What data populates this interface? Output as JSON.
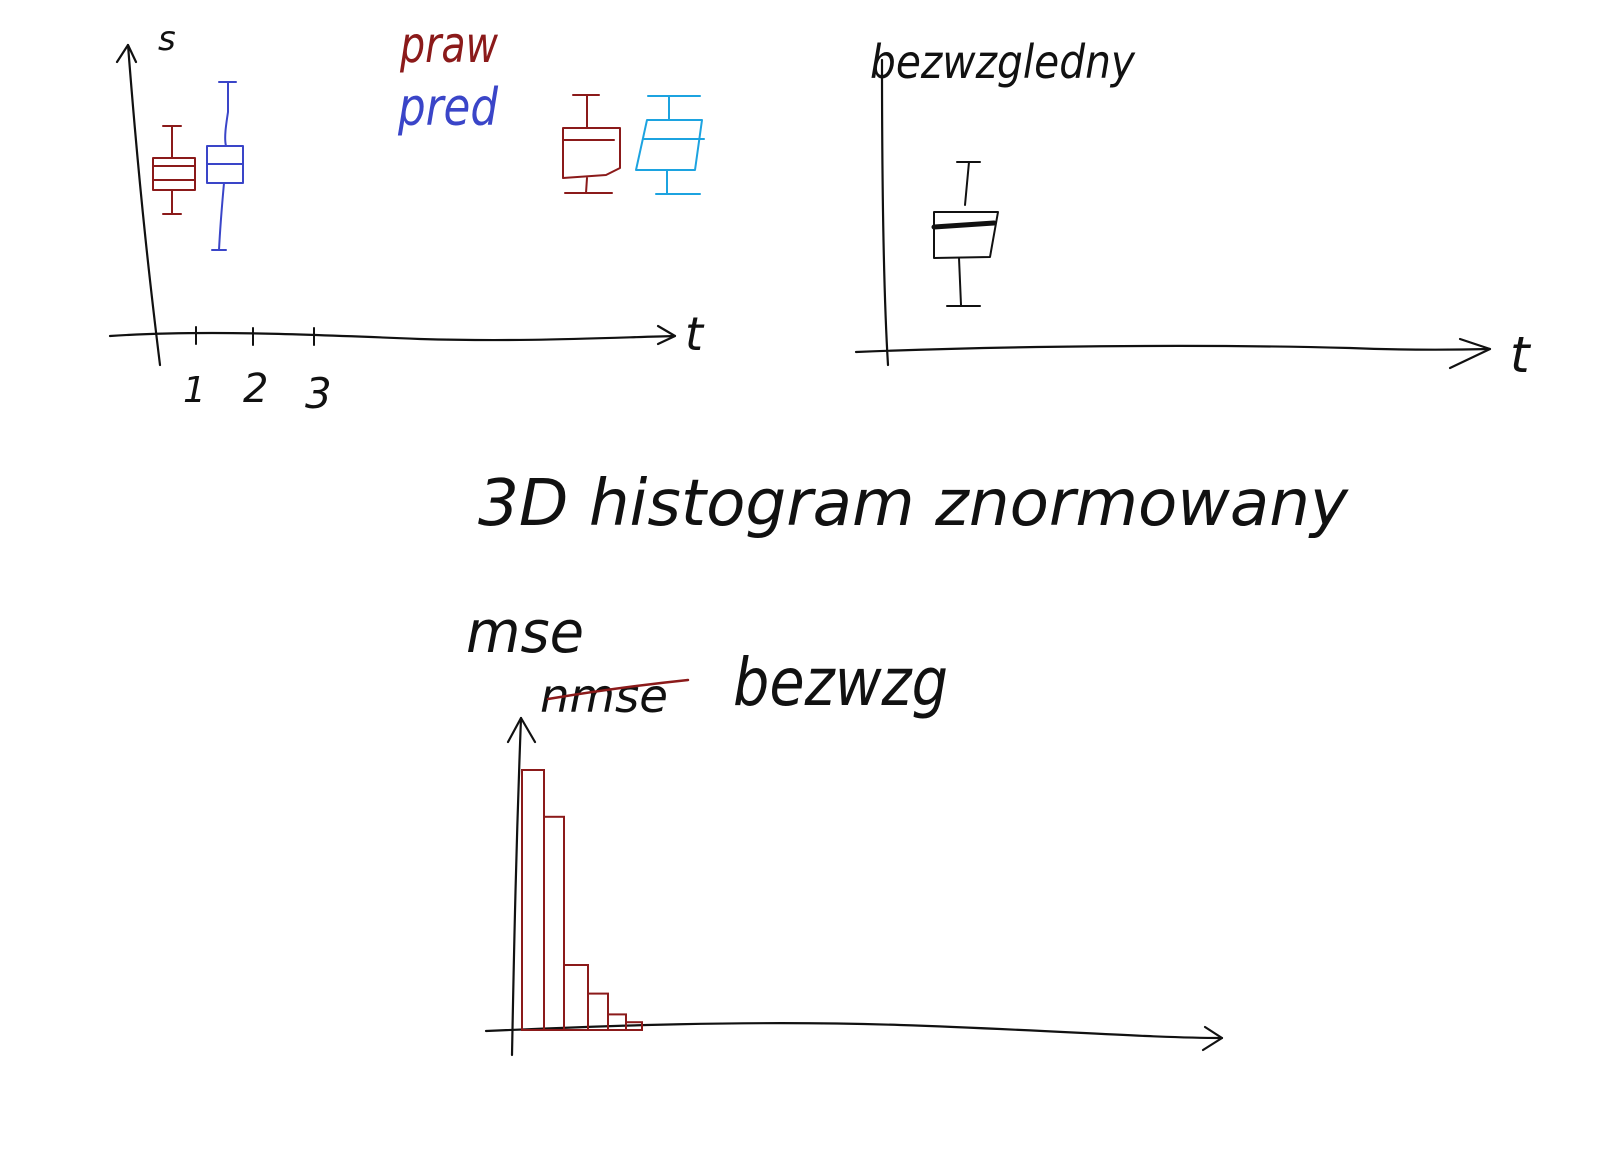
{
  "colors": {
    "ink": "#111111",
    "praw": "#8b1a1a",
    "pred": "#3a45c8",
    "pred_light": "#1ca3e0"
  },
  "panel_top_left": {
    "y_label": "s",
    "x_label": "t",
    "ticks": [
      "1",
      "2",
      "3"
    ],
    "legend": [
      {
        "label": "praw",
        "color_key": "praw"
      },
      {
        "label": "pred",
        "color_key": "pred"
      }
    ]
  },
  "panel_top_right": {
    "y_label": "bezwzgledny",
    "x_label": "t"
  },
  "heading": "3D histogram znormowany",
  "panel_bottom": {
    "label_mse": "mse",
    "label_nmse_struck": "nmse",
    "label_bezwzg": "bezwzg",
    "bar_heights_relative": [
      1.0,
      0.82,
      0.25,
      0.14,
      0.06,
      0.03
    ]
  }
}
